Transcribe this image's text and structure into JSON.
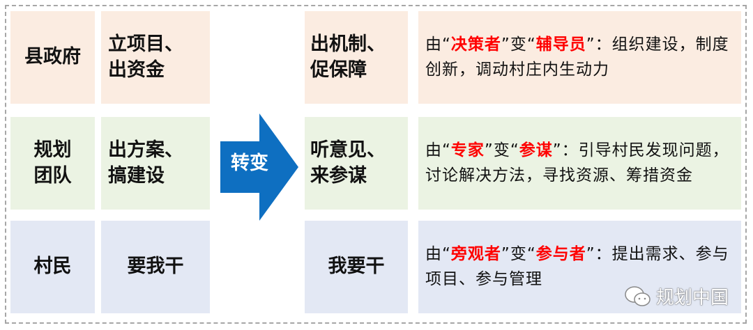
{
  "rows": [
    {
      "actor": "县政府",
      "before": [
        "立项目、",
        "出资金"
      ],
      "after": [
        "出机制、",
        "促保障"
      ],
      "desc": {
        "p1": "由“",
        "from": "决策者",
        "p2": "”变“",
        "to": "辅导员",
        "p3": "”：组织建设，制度创新，调动村庄内生动力"
      }
    },
    {
      "actor": [
        "规划",
        "团队"
      ],
      "before": [
        "出方案、",
        "搞建设"
      ],
      "after": [
        "听意见、",
        "来参谋"
      ],
      "desc": {
        "p1": "由“",
        "from": "专家",
        "p2": "”变“",
        "to": "参谋",
        "p3": "”：引导村民发现问题，讨论解决方法，寻找资源、筹措资金"
      }
    },
    {
      "actor": "村民",
      "before": "要我干",
      "after": "我要干",
      "desc": {
        "p1": "由“",
        "from": "旁观者",
        "p2": "”变“",
        "to": "参与者",
        "p3": "”：提出需求、参与项目、参与管理"
      }
    }
  ],
  "arrow_label": "转变",
  "watermark": "规划中国",
  "colors": {
    "row1": "#fbece1",
    "row2": "#ebf3e3",
    "row3": "#e3e8f4",
    "arrow": "#0e6fc1",
    "highlight": "#ff0000"
  }
}
